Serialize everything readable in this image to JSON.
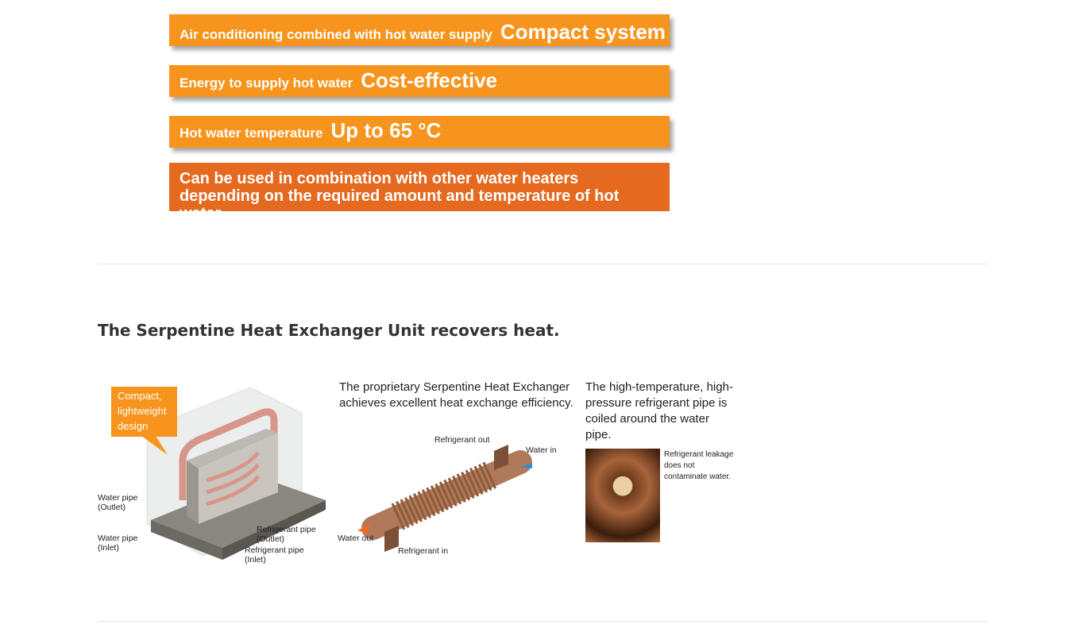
{
  "banners": [
    {
      "small": "Air conditioning combined with hot water supply",
      "big": "Compact system"
    },
    {
      "small": "Energy to supply hot water",
      "big": "Cost-effective"
    },
    {
      "small": "Hot water temperature",
      "big": "Up to 65 °C"
    }
  ],
  "note_banner": "Can be used in combination with other water heaters depending on the required amount and temperature of hot water.",
  "section": {
    "title": "The Serpentine Heat Exchanger Unit recovers heat.",
    "unit": {
      "callout": "Compact, lightweight design",
      "labels": [
        "Water pipe (Outlet)",
        "Water pipe (Inlet)",
        "Refrigerant pipe (Outlet)",
        "Refrigerant pipe (Inlet)"
      ]
    },
    "exchanger": {
      "text": "The proprietary Serpentine Heat Exchanger achieves excellent heat exchange efficiency.",
      "labels": {
        "ref_out": "Refrigerant out",
        "water_in": "Water in",
        "water_out": "Water out",
        "ref_in": "Refrigerant in"
      }
    },
    "pipe": {
      "text": "The high-temperature, high-pressure refrigerant pipe is coiled around the water pipe.",
      "caption": "Refrigerant leakage does not contaminate water."
    }
  },
  "colors": {
    "orange": "#f7941d",
    "dark_orange": "#e5691f"
  }
}
